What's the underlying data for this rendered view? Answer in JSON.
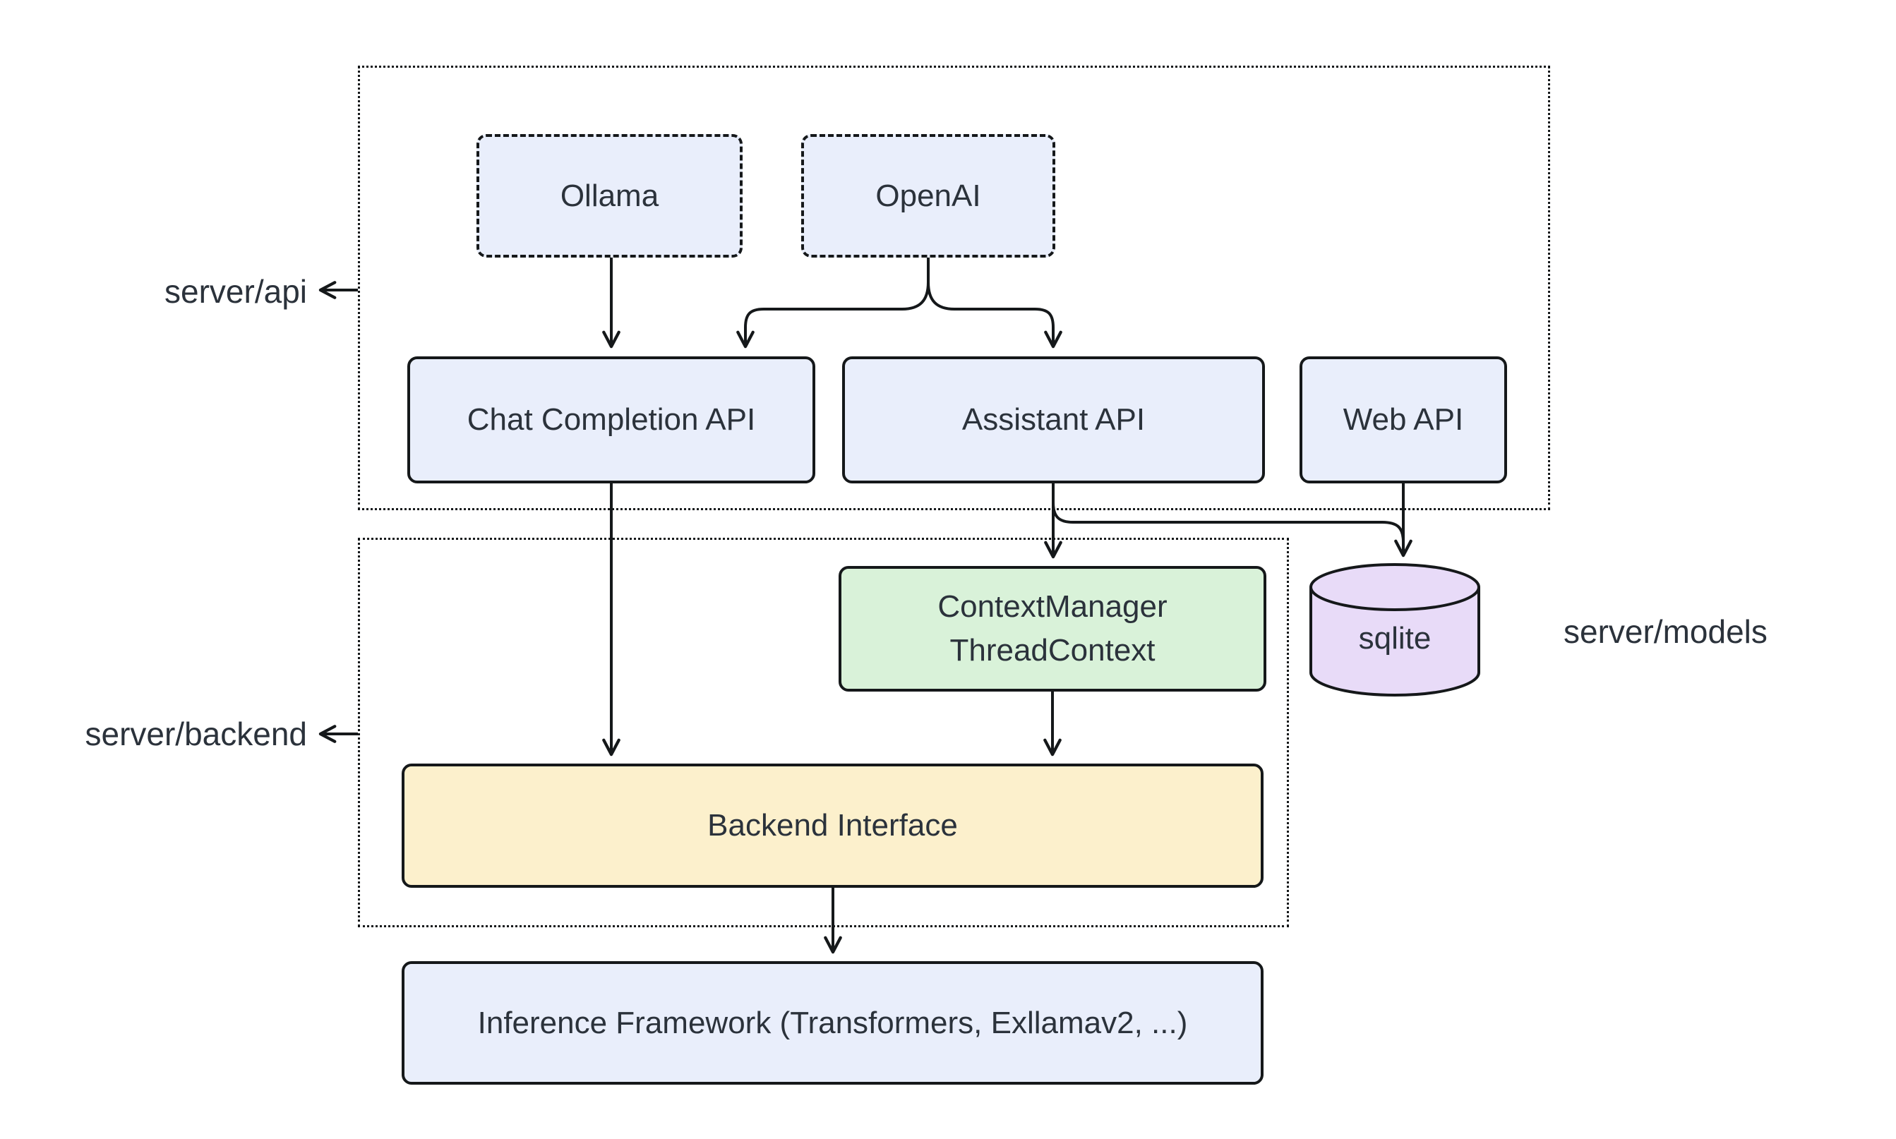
{
  "diagram": {
    "title": "",
    "background": "#ffffff",
    "containers": {
      "server_api": {
        "label": "server/api"
      },
      "server_backend": {
        "label": "server/backend"
      },
      "server_models": {
        "label": "server/models"
      }
    },
    "nodes": {
      "ollama": {
        "label": "Ollama",
        "style": "dashed",
        "fill": "#e9eefb"
      },
      "openai": {
        "label": "OpenAI",
        "style": "dashed",
        "fill": "#e9eefb"
      },
      "chat_completion": {
        "label": "Chat Completion API",
        "fill": "#e9eefb"
      },
      "assistant_api": {
        "label": "Assistant API",
        "fill": "#e9eefb"
      },
      "web_api": {
        "label": "Web API",
        "fill": "#e9eefb"
      },
      "context_manager": {
        "line1": "ContextManager",
        "line2": "ThreadContext",
        "fill": "#d9f2d9"
      },
      "sqlite": {
        "label": "sqlite",
        "shape": "cylinder",
        "fill": "#e8dbf8"
      },
      "backend_interface": {
        "label": "Backend Interface",
        "fill": "#fcf0cc"
      },
      "inference": {
        "label": "Inference Framework (Transformers, Exllamav2, ...)",
        "fill": "#e9eefb"
      }
    },
    "edges": [
      {
        "from": "Ollama",
        "to": "Chat Completion API"
      },
      {
        "from": "OpenAI",
        "to": "Chat Completion API"
      },
      {
        "from": "OpenAI",
        "to": "Assistant API"
      },
      {
        "from": "Chat Completion API",
        "to": "Backend Interface"
      },
      {
        "from": "Assistant API",
        "to": "ContextManager ThreadContext"
      },
      {
        "from": "Assistant API",
        "to": "sqlite"
      },
      {
        "from": "Web API",
        "to": "sqlite"
      },
      {
        "from": "ContextManager ThreadContext",
        "to": "Backend Interface"
      },
      {
        "from": "Backend Interface",
        "to": "Inference Framework (Transformers, Exllamav2, ...)"
      }
    ],
    "colors": {
      "node_fill_blue": "#e9eefb",
      "node_fill_green": "#d9f2d9",
      "node_fill_yellow": "#fcf0cc",
      "node_fill_purple": "#e8dbf8",
      "border": "#15181a",
      "text": "#2b323b",
      "background": "#ffffff"
    }
  }
}
